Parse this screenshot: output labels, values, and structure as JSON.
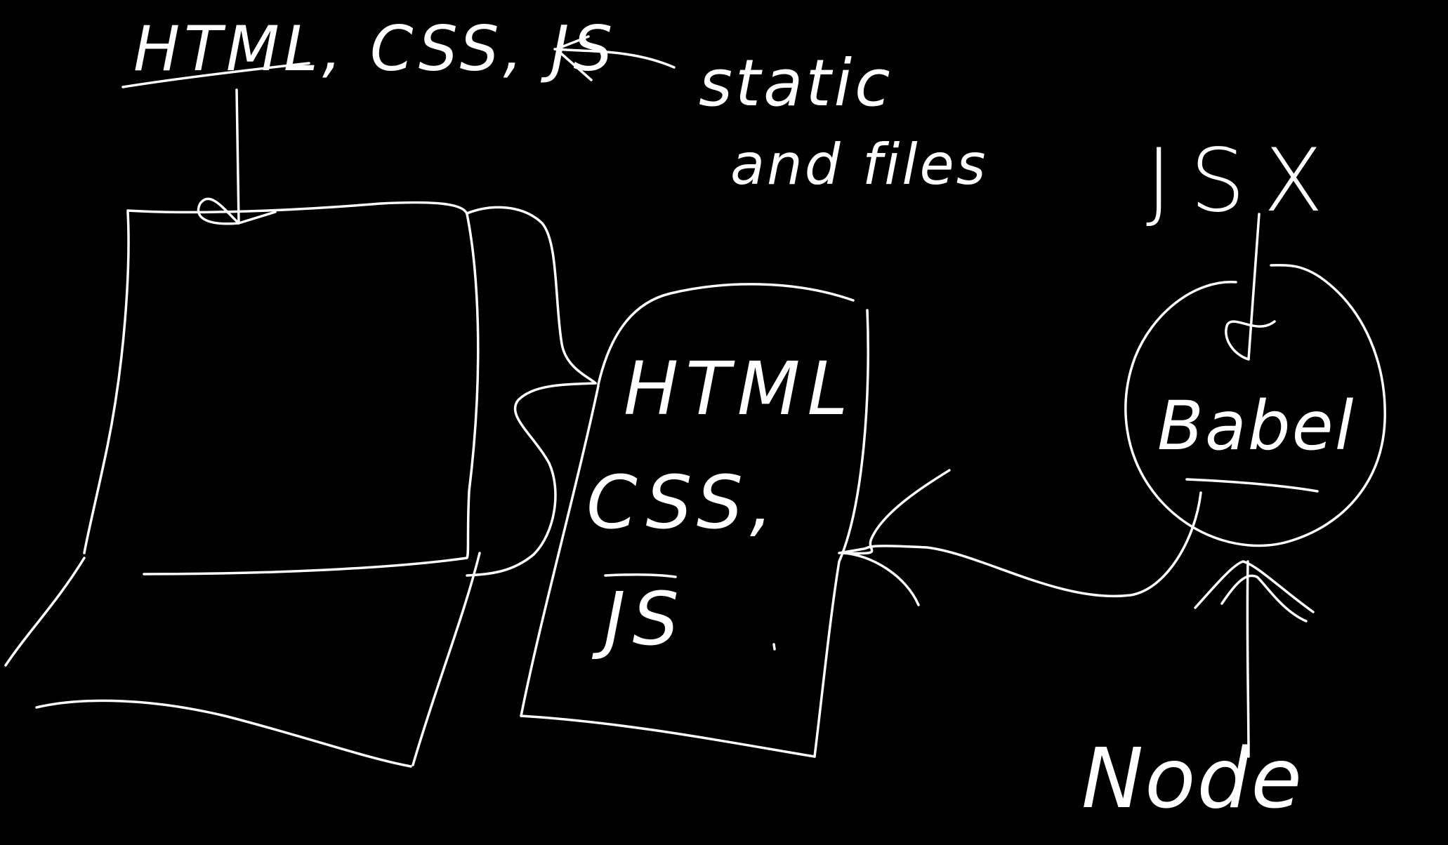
{
  "labels": {
    "top_files": "HTML, CSS, JS",
    "static_word": "static",
    "files_word": "and files",
    "jsx": "JSX",
    "doc_line1": "HTML",
    "doc_line2": "CSS,",
    "doc_line3": "JS",
    "babel": "Babel",
    "node": "Node"
  },
  "colors": {
    "background": "#000000",
    "ink": "#ffffff"
  }
}
